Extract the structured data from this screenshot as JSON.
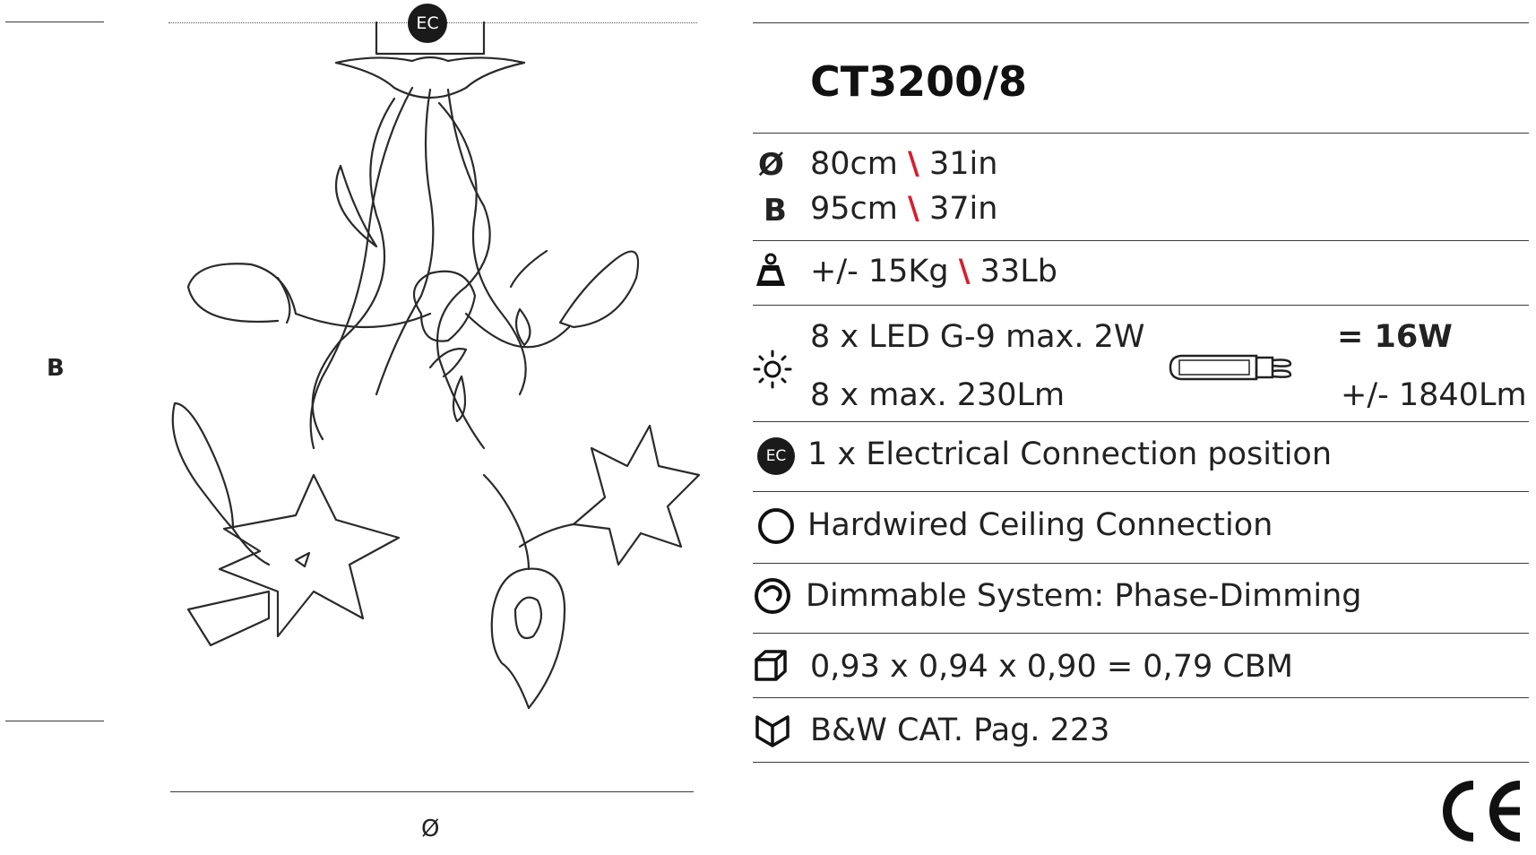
{
  "drawing": {
    "height_label": "B",
    "diameter_label": "Ø",
    "ec_badge": "EC"
  },
  "spec": {
    "model": "CT3200/8",
    "dimensions": {
      "diameter_symbol": "Ø",
      "diameter_cm": "80cm",
      "diameter_in": "31in",
      "height_symbol": "B",
      "height_cm": "95cm",
      "height_in": "37in",
      "separator": "\\"
    },
    "weight": {
      "kg": "+/- 15Kg",
      "lb": "33Lb",
      "icon": "weight-icon"
    },
    "lighting": {
      "icon": "sun-icon",
      "lamps": "8 x LED G-9 max. 2W",
      "total_power": "= 16W",
      "lumens": "8 x max. 230Lm",
      "total_lumens": "+/- 1840Lm",
      "bulb_icon": "g9-bulb-icon"
    },
    "electrical": {
      "badge": "EC",
      "text": "1 x Electrical Connection position"
    },
    "ceiling": {
      "icon": "circle-icon",
      "text": "Hardwired Ceiling Connection"
    },
    "dimming": {
      "icon": "dimmer-icon",
      "text": "Dimmable System: Phase-Dimming"
    },
    "packaging": {
      "icon": "box-icon",
      "text": "0,93 x 0,94 x 0,90 = 0,79 CBM"
    },
    "catalog": {
      "icon": "book-icon",
      "text": "B&W CAT. Pag. 223"
    },
    "certification": {
      "mark": "CE",
      "icon": "ce-mark-icon"
    }
  }
}
